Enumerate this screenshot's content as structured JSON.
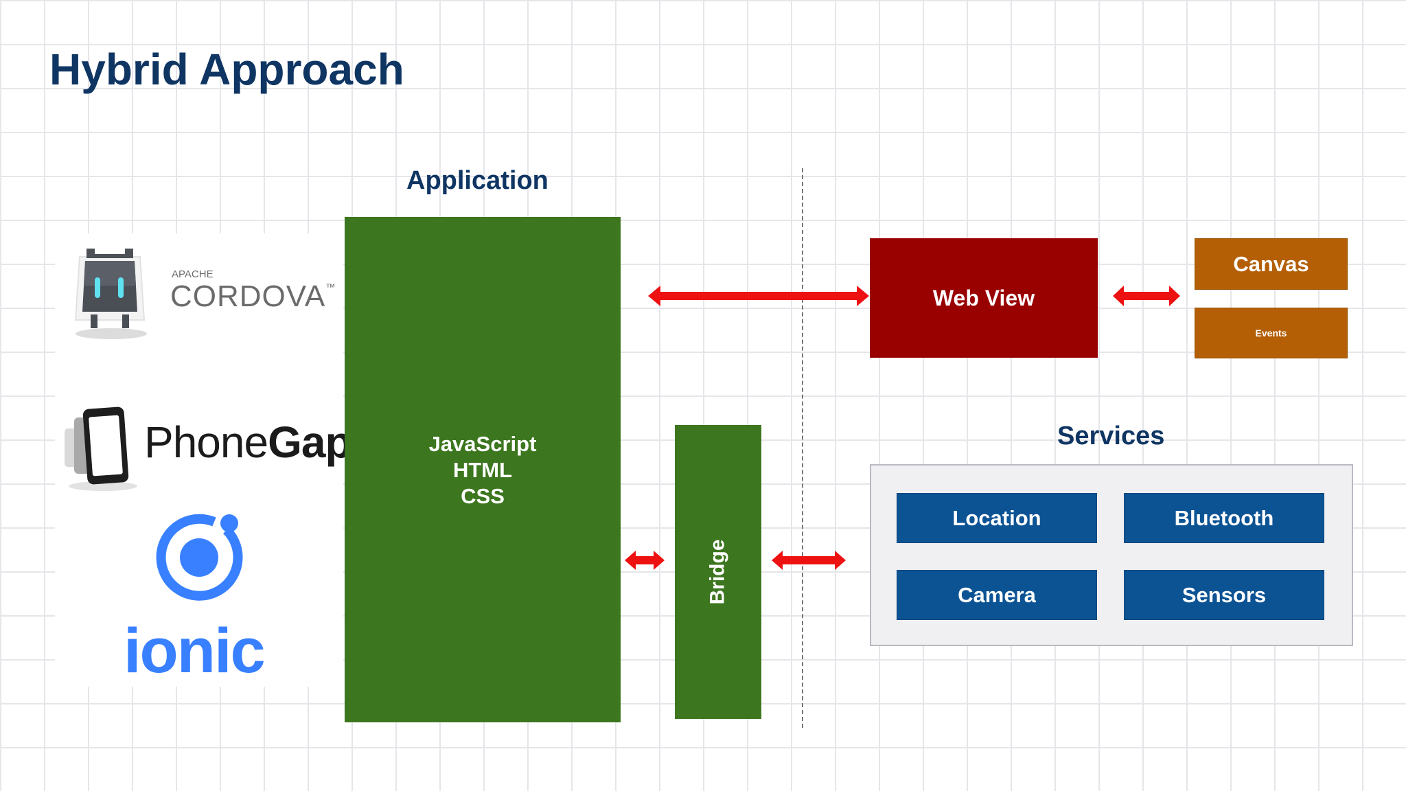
{
  "page": {
    "title": "Hybrid Approach"
  },
  "logos": {
    "cordova": {
      "prefix": "APACHE",
      "name": "CORDOVA",
      "mark": "™"
    },
    "phonegap": {
      "name_light": "Phone",
      "name_bold": "Gap"
    },
    "ionic": {
      "name": "ionic"
    }
  },
  "application": {
    "heading": "Application",
    "lines": [
      "JavaScript",
      "HTML",
      "CSS"
    ]
  },
  "bridge": {
    "label": "Bridge"
  },
  "webview": {
    "label": "Web View"
  },
  "canvas": {
    "label": "Canvas"
  },
  "events": {
    "label": "Events"
  },
  "services": {
    "heading": "Services",
    "items": [
      "Location",
      "Bluetooth",
      "Camera",
      "Sensors"
    ]
  },
  "colors": {
    "title": "#0f3563",
    "green": "#3c761e",
    "webview": "#990000",
    "orange": "#b45f06",
    "service": "#0c5394",
    "arrow": "#ee1111",
    "ionic": "#3880ff"
  }
}
